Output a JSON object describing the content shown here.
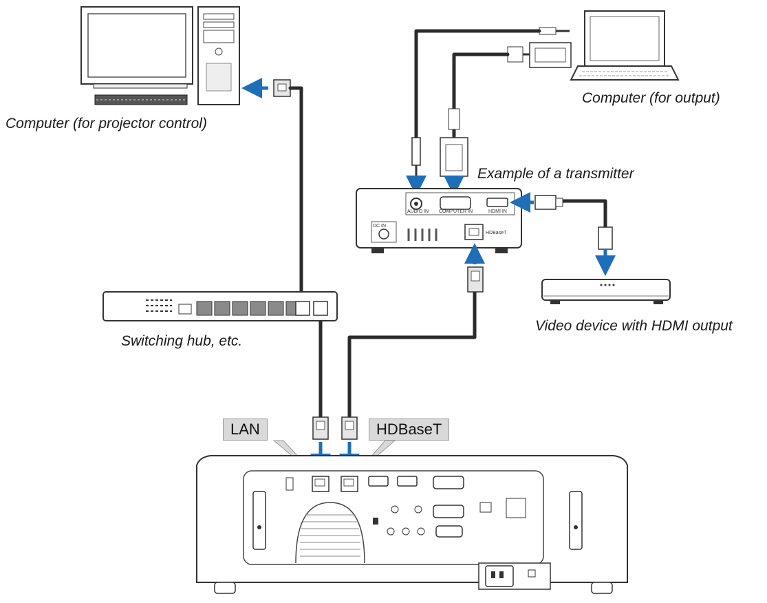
{
  "labels": {
    "computer_control": "Computer (for projector control)",
    "computer_output": "Computer (for output)",
    "transmitter": "Example of a transmitter",
    "video_device": "Video device with HDMI output",
    "switching_hub": "Switching hub, etc."
  },
  "callouts": {
    "lan": "LAN",
    "hdbaset": "HDBaseT"
  },
  "transmitter_ports": {
    "audio_in": "AUDIO IN",
    "computer_in": "COMPUTER IN",
    "hdmi_in": "HDMI IN",
    "dc_in": "DC IN",
    "hdbaset": "HDBaseT"
  },
  "colors": {
    "arrow": "#1e6fb8",
    "cable": "#2b2b2b",
    "callout_bg": "#d9d9d9"
  }
}
